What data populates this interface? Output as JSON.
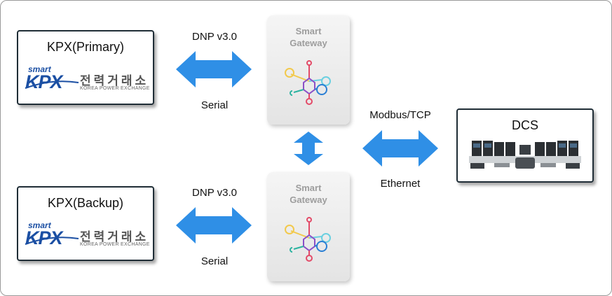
{
  "kpx_primary": {
    "title": "KPX(Primary)",
    "logo": {
      "smart": "smart",
      "kpx": "KPX",
      "korean": "전력거래소",
      "english": "KOREA POWER EXCHANGE"
    }
  },
  "kpx_backup": {
    "title": "KPX(Backup)",
    "logo": {
      "smart": "smart",
      "kpx": "KPX",
      "korean": "전력거래소",
      "english": "KOREA POWER EXCHANGE"
    }
  },
  "link_primary": {
    "protocol": "DNP v3.0",
    "medium": "Serial"
  },
  "link_backup": {
    "protocol": "DNP v3.0",
    "medium": "Serial"
  },
  "gateway_primary": {
    "title": "Smart\nGateway"
  },
  "gateway_backup": {
    "title": "Smart\nGateway"
  },
  "link_dcs": {
    "protocol": "Modbus/TCP",
    "medium": "Ethernet"
  },
  "dcs": {
    "title": "DCS",
    "image": "control-room-console"
  },
  "colors": {
    "arrow": "#2f8fe6",
    "box_border": "#1f2d36",
    "logo_blue": "#1b4fa3",
    "gateway_text": "#9d9d9d"
  }
}
